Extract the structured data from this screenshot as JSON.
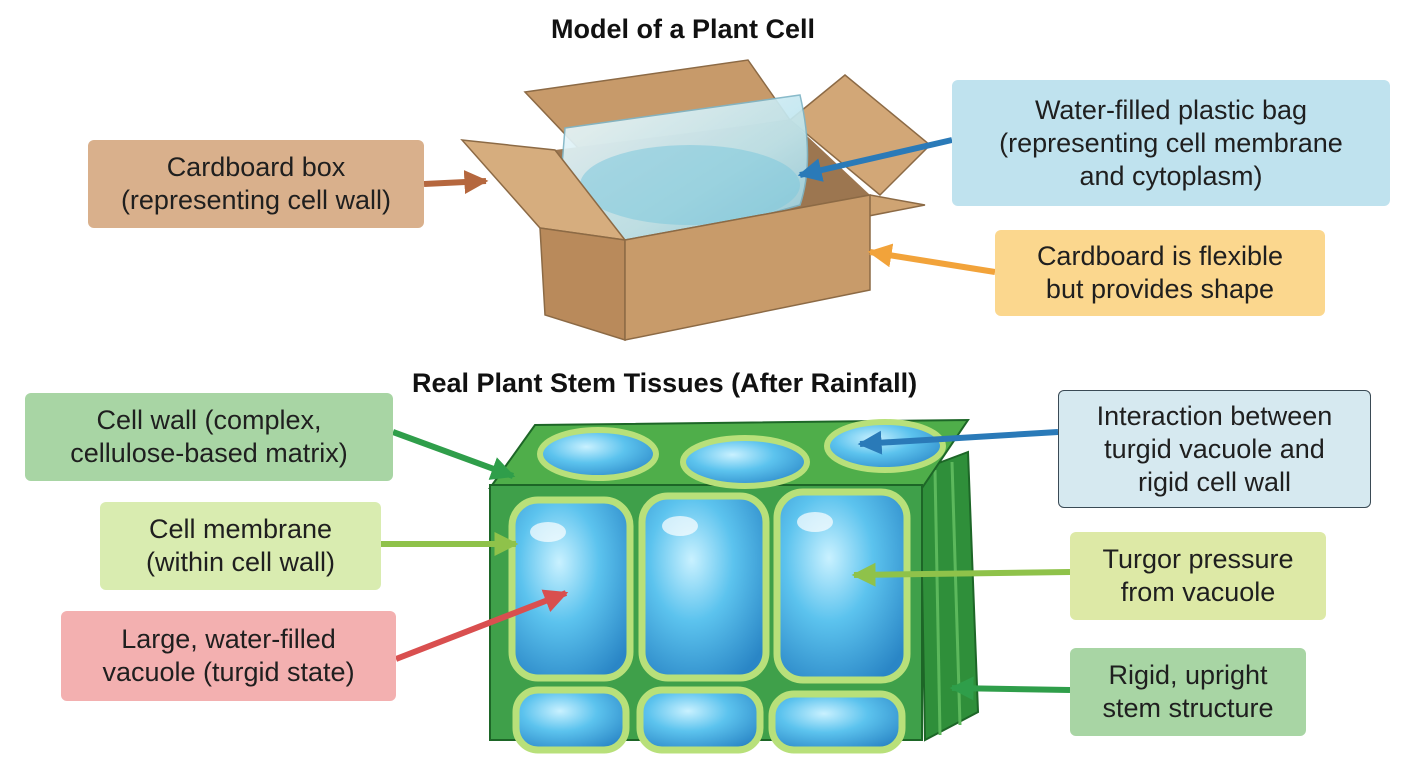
{
  "titles": {
    "top": "Model of a Plant Cell",
    "bottom": "Real Plant Stem Tissues (After Rainfall)"
  },
  "labels": {
    "cardboard_box": {
      "lines": [
        "Cardboard box",
        "(representing cell wall)"
      ],
      "color": "#d9b08c"
    },
    "plastic_bag": {
      "lines": [
        "Water-filled plastic bag",
        "(representing cell membrane",
        "and cytoplasm)"
      ],
      "color": "#bfe2ee"
    },
    "cardboard_flexible": {
      "lines": [
        "Cardboard is flexible",
        "but provides shape"
      ],
      "color": "#fbd78e"
    },
    "cell_wall": {
      "lines": [
        "Cell wall (complex,",
        "cellulose-based matrix)"
      ],
      "color": "#a8d5a4"
    },
    "cell_membrane": {
      "lines": [
        "Cell membrane",
        "(within cell wall)"
      ],
      "color": "#d9ecb0"
    },
    "vacuole": {
      "lines": [
        "Large, water-filled",
        "vacuole (turgid state)"
      ],
      "color": "#f3b0b0"
    },
    "interaction": {
      "lines": [
        "Interaction between",
        "turgid vacuole and",
        "rigid cell wall"
      ],
      "color": "#d6e9f0"
    },
    "turgor": {
      "lines": [
        "Turgor pressure",
        "from vacuole"
      ],
      "color": "#dde9a6"
    },
    "rigid_stem": {
      "lines": [
        "Rigid, upright",
        "stem structure"
      ],
      "color": "#a8d5a4"
    }
  },
  "arrow_colors": {
    "brown": "#b5673e",
    "blue": "#2a7ab8",
    "orange": "#f2a33a",
    "green": "#2f9e4a",
    "lightgreen": "#8fc24a",
    "red": "#d94f4f"
  }
}
